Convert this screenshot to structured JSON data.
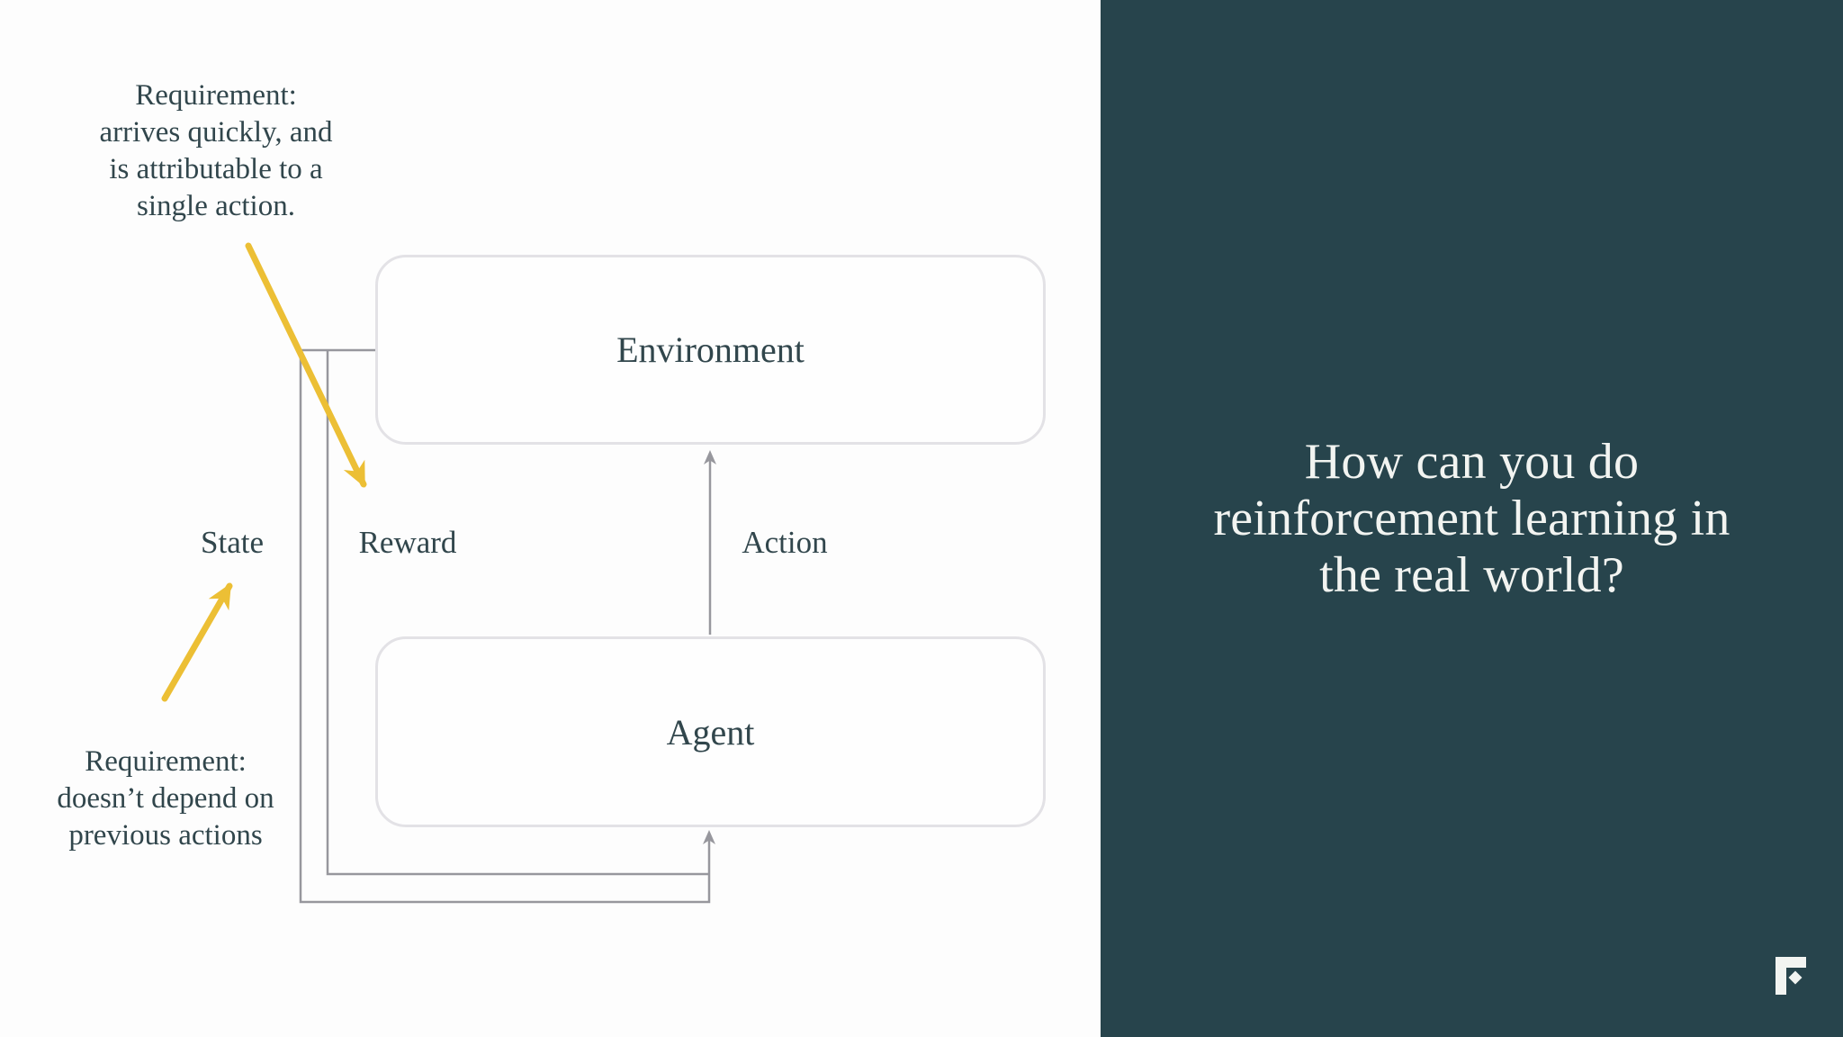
{
  "colors": {
    "background_left": "#fdfdfd",
    "background_right": "#27444c",
    "box_fill": "#fefefe",
    "box_border": "#e3e2e6",
    "line_gray": "#97979d",
    "accent_yellow": "#ecbf35",
    "text_dark": "#31464c",
    "text_light": "#f2f4f1"
  },
  "diagram": {
    "environment_label": "Environment",
    "agent_label": "Agent",
    "state_label": "State",
    "reward_label": "Reward",
    "action_label": "Action",
    "note_reward": {
      "lines": [
        "Requirement:",
        "arrives quickly, and",
        "is attributable to a",
        "single action."
      ]
    },
    "note_state": {
      "lines": [
        "Requirement:",
        "doesn’t depend on",
        "previous actions"
      ]
    }
  },
  "title_panel": {
    "lines": [
      "How can you do",
      "reinforcement learning in",
      "the real world?"
    ]
  },
  "icons": {
    "logo": "f-logomark-icon"
  }
}
